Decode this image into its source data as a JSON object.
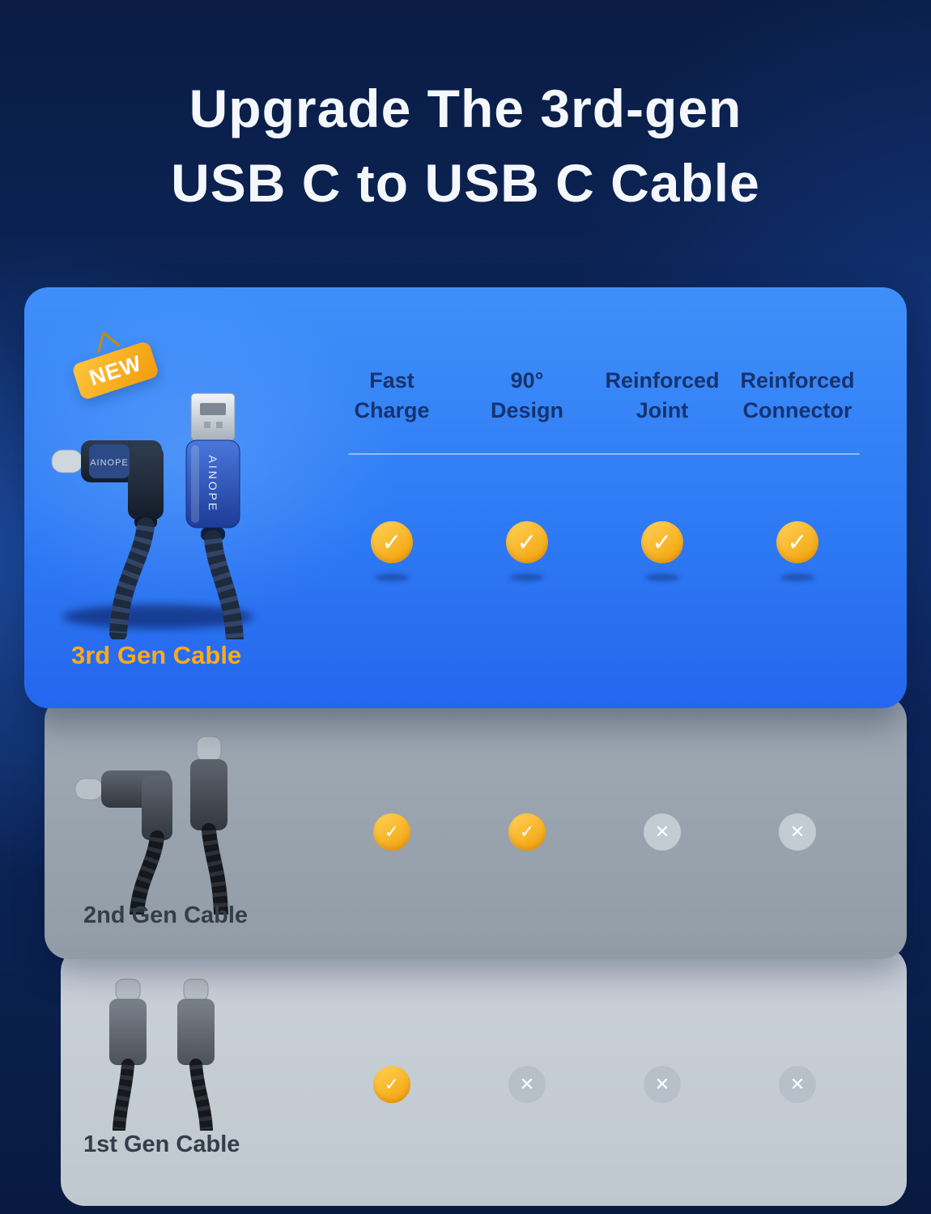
{
  "title": {
    "line1": "Upgrade The 3rd-gen",
    "line2": "USB C to USB C Cable"
  },
  "badge": "NEW",
  "brand": "AINOPE",
  "features": [
    "Fast\nCharge",
    "90°\nDesign",
    "Reinforced\nJoint",
    "Reinforced\nConnector"
  ],
  "rows": [
    {
      "label": "3rd Gen Cable",
      "values": [
        true,
        true,
        true,
        true
      ]
    },
    {
      "label": "2nd Gen Cable",
      "values": [
        true,
        true,
        false,
        false
      ]
    },
    {
      "label": "1st Gen Cable",
      "values": [
        true,
        false,
        false,
        false
      ]
    }
  ],
  "colors": {
    "accent_yellow": "#f6a81c",
    "card_blue": "#2e7bf5",
    "card_gray": "#9aa4ae",
    "card_light_gray": "#c6cdd5",
    "check_circle": "#f2a714",
    "cross_circle": "#bfc7cf",
    "header_text": "#16336f",
    "gen3_label_color": "#ffab17",
    "title_color": "#f4f7fc"
  }
}
